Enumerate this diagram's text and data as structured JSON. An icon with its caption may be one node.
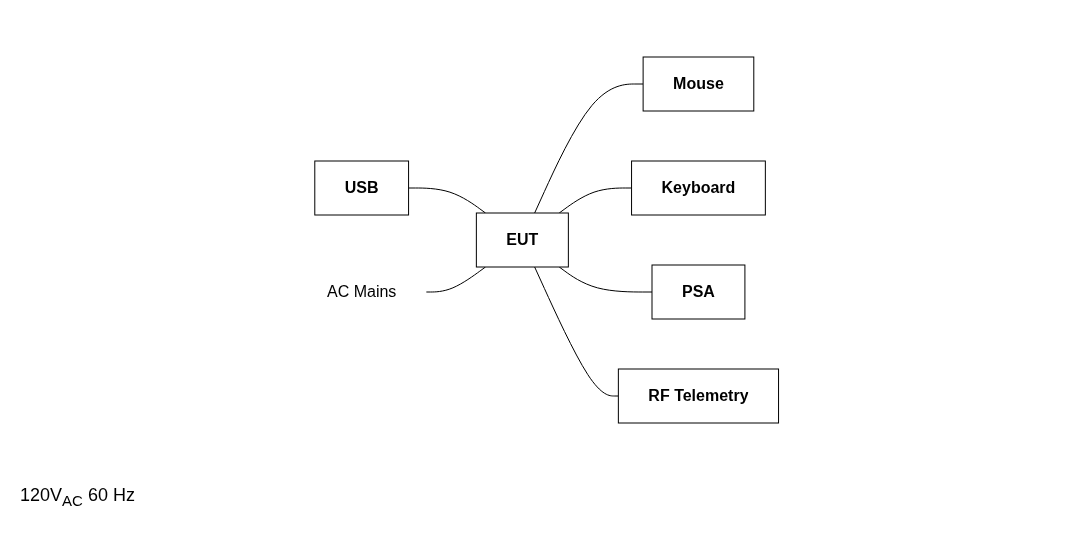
{
  "diagram": {
    "nodes": [
      {
        "text": [
          "USB"
        ]
      },
      {
        "text": [
          "AC Mains"
        ]
      },
      {
        "text": [
          "EUT"
        ]
      },
      {
        "text": [
          "Mouse"
        ]
      },
      {
        "text": [
          "Keyboard"
        ]
      },
      {
        "text": [
          "PSA"
        ]
      },
      {
        "text": [
          "RF Telemetry"
        ]
      }
    ],
    "edges": [
      {
        "from": 0,
        "to": 2,
        "arrow": "none"
      },
      {
        "from": 1,
        "to": 2,
        "arrow": "none"
      },
      {
        "from": 2,
        "to": 3,
        "arrow": "none"
      },
      {
        "from": 2,
        "to": 4,
        "arrow": "none"
      },
      {
        "from": 2,
        "to": 5,
        "arrow": "none"
      },
      {
        "from": 2,
        "to": 6,
        "arrow": "none"
      }
    ],
    "labels": [
      "120V$_{AC}$ 60 Hz"
    ]
  }
}
